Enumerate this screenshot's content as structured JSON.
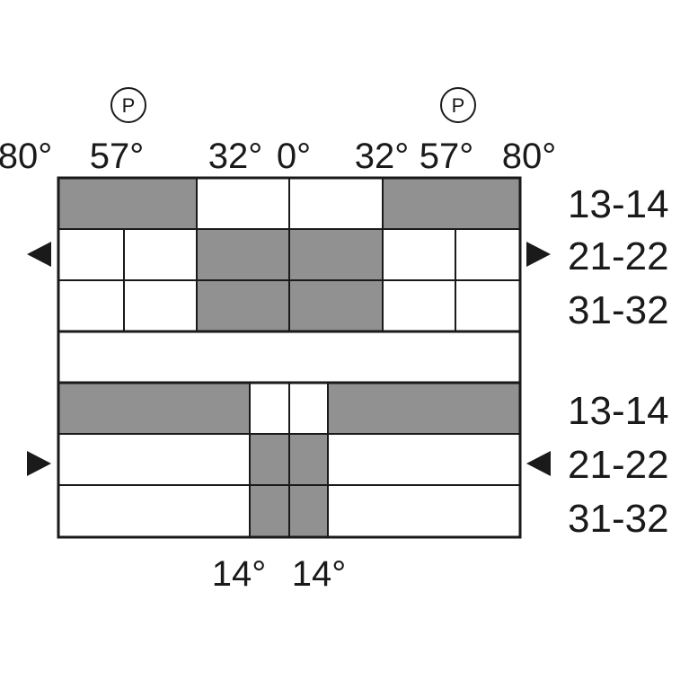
{
  "colors": {
    "closed": "#919191",
    "open": "#ffffff",
    "line": "#1a1a1a"
  },
  "top_switch": {
    "angle_labels": [
      "80°",
      "57°",
      "32°",
      "0°",
      "32°",
      "57°",
      "80°"
    ],
    "position_marker": "P",
    "contact_labels": [
      "13-14",
      "21-22",
      "31-32"
    ],
    "direction": "left-right outward"
  },
  "bottom_switch": {
    "angle_labels": [
      "14°",
      "14°"
    ],
    "contact_labels": [
      "13-14",
      "21-22",
      "31-32"
    ],
    "direction": "inward"
  }
}
